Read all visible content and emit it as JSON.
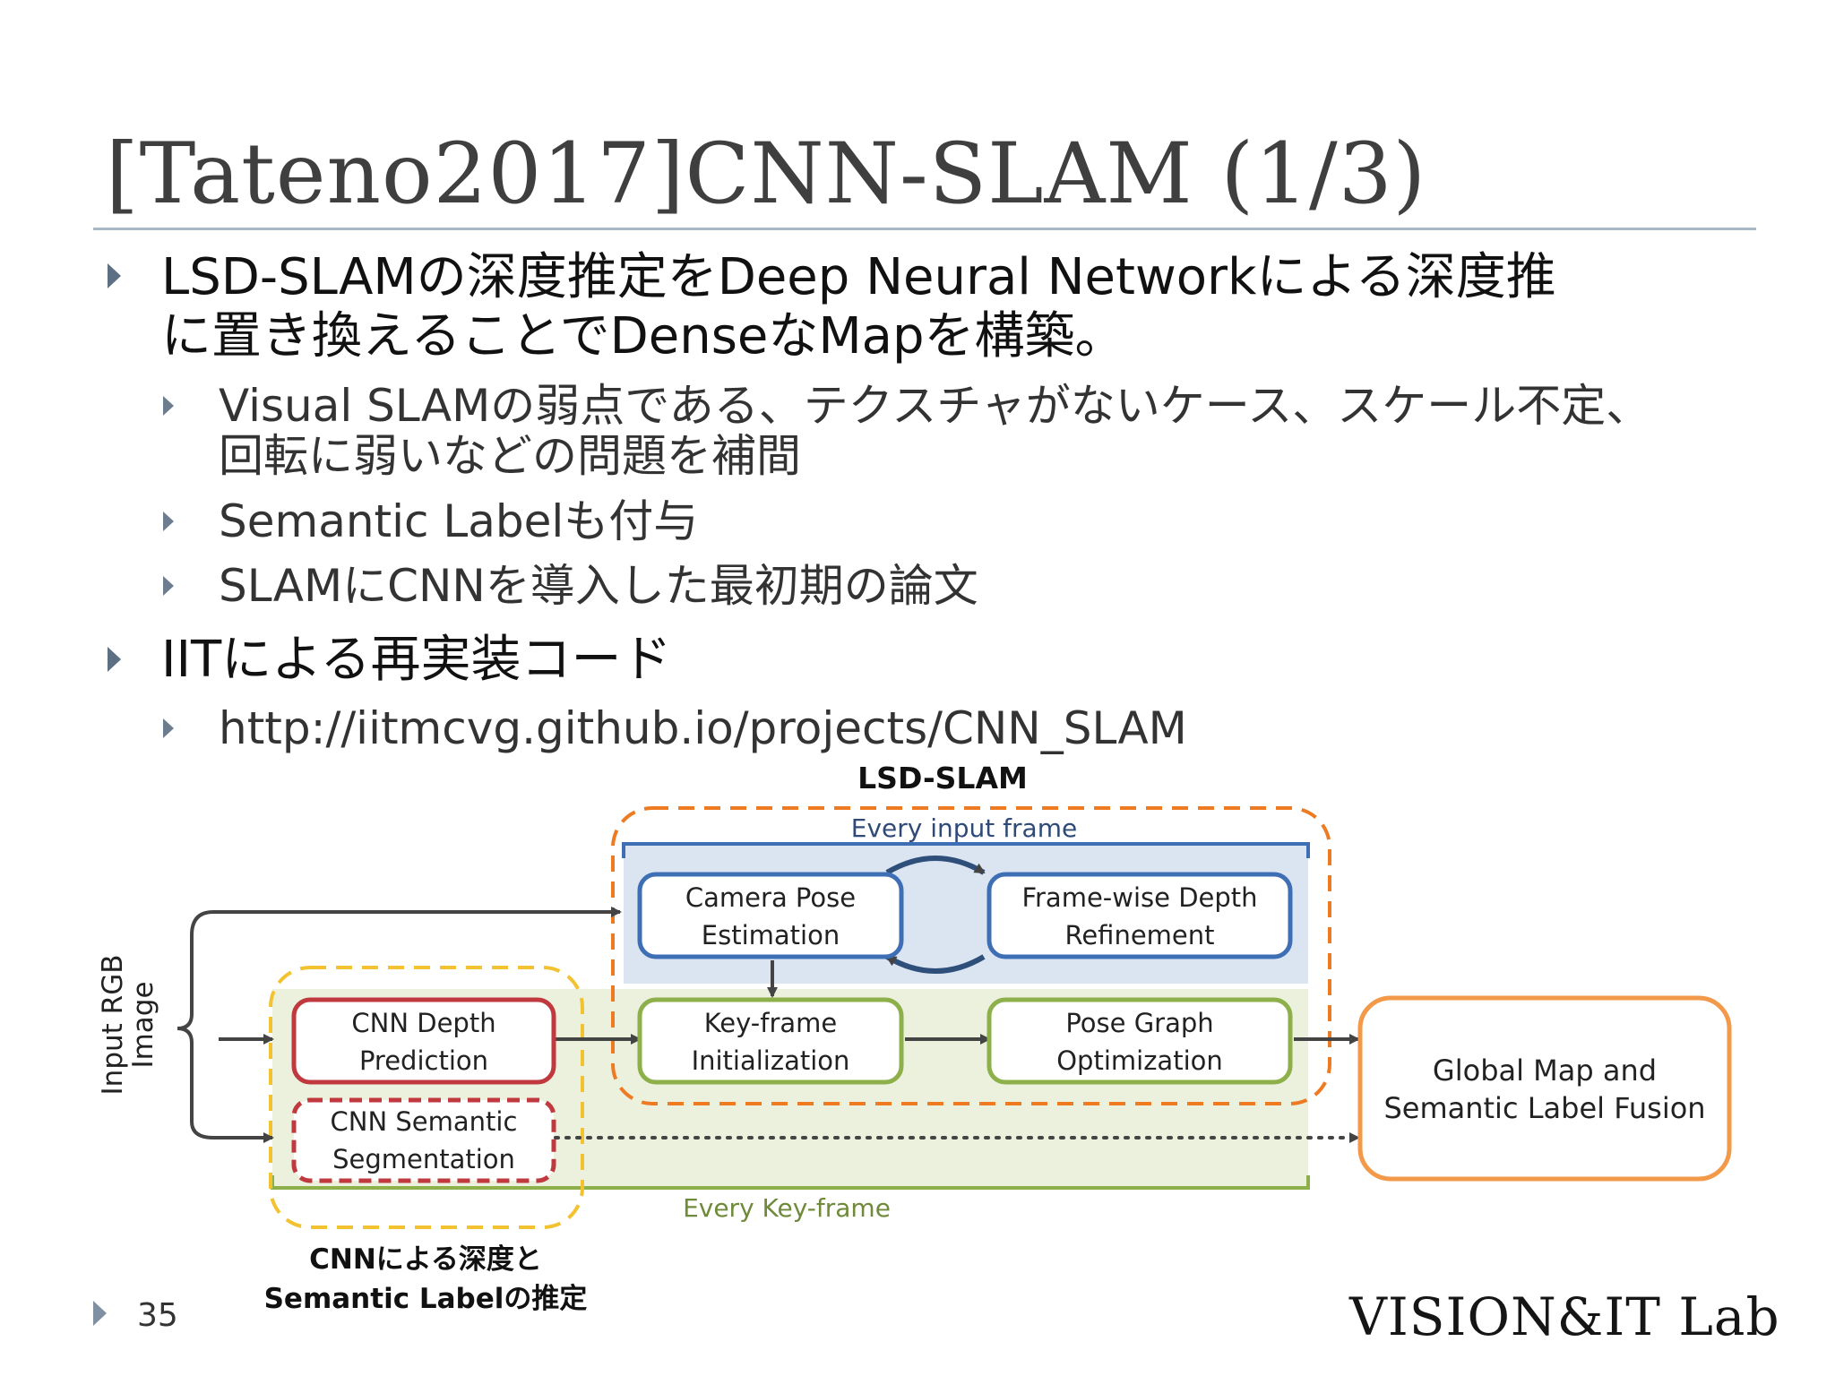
{
  "slide": {
    "title": "[Tateno2017]CNN-SLAM (1/3)",
    "bullets": [
      {
        "lines": [
          "LSD-SLAMの深度推定をDeep Neural Networkによる深度推",
          "に置き換えることでDenseなMapを構築。"
        ],
        "sub": [
          {
            "lines": [
              "Visual SLAMの弱点である、テクスチャがないケース、スケール不定、",
              "回転に弱いなどの問題を補間"
            ]
          },
          {
            "lines": [
              "Semantic Labelも付与"
            ]
          },
          {
            "lines": [
              "SLAMにCNNを導入した最初期の論文"
            ]
          }
        ]
      },
      {
        "lines": [
          "IITによる再実装コード"
        ],
        "sub": [
          {
            "lines": [
              "http://iitmcvg.github.io/projects/CNN_SLAM"
            ]
          }
        ]
      }
    ],
    "page_number": "35",
    "logo": "VISION&IT Lab"
  },
  "diagram": {
    "lsd_slam_label": "LSD-SLAM",
    "every_input_frame": "Every input frame",
    "every_key_frame": "Every Key-frame",
    "input_label": [
      "Input RGB",
      "Image"
    ],
    "cnn_label": [
      "CNNによる深度と",
      "Semantic Labelの推定"
    ],
    "boxes": {
      "camera_pose": [
        "Camera Pose",
        "Estimation"
      ],
      "frame_depth": [
        "Frame-wise Depth",
        "Refinement"
      ],
      "cnn_depth": [
        "CNN Depth",
        "Prediction"
      ],
      "keyframe_init": [
        "Key-frame",
        "Initialization"
      ],
      "pose_graph": [
        "Pose Graph",
        "Optimization"
      ],
      "cnn_semantic": [
        "CNN Semantic",
        "Segmentation"
      ],
      "global_map": [
        "Global Map and",
        "Semantic Label Fusion"
      ]
    },
    "colors": {
      "blue": "#3e6fb5",
      "green": "#8db04a",
      "red": "#c0393f",
      "orange": "#f2994a",
      "lsd_dash": "#ee7a22",
      "cnn_dash": "#f2c230",
      "blue_band": "#dbe4f1",
      "green_band": "#ecf1de"
    }
  }
}
